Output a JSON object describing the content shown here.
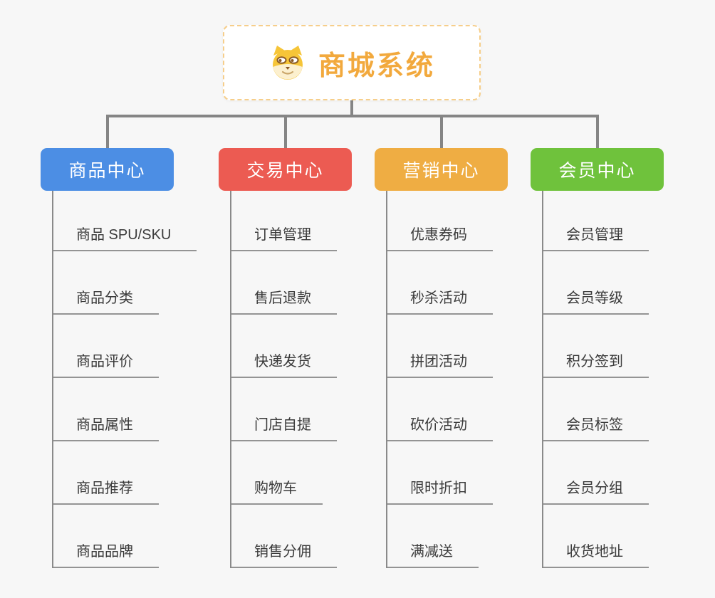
{
  "root": {
    "title": "商城系统",
    "icon": "dog-face-icon"
  },
  "branches": [
    {
      "label": "商品中心",
      "color": "#4c8ee4",
      "children": [
        "商品 SPU/SKU",
        "商品分类",
        "商品评价",
        "商品属性",
        "商品推荐",
        "商品品牌"
      ]
    },
    {
      "label": "交易中心",
      "color": "#ec5b52",
      "children": [
        "订单管理",
        "售后退款",
        "快递发货",
        "门店自提",
        "购物车",
        "销售分佣"
      ]
    },
    {
      "label": "营销中心",
      "color": "#efad43",
      "children": [
        "优惠券码",
        "秒杀活动",
        "拼团活动",
        "砍价活动",
        "限时折扣",
        "满减送"
      ]
    },
    {
      "label": "会员中心",
      "color": "#6fc23c",
      "children": [
        "会员管理",
        "会员等级",
        "积分签到",
        "会员标签",
        "会员分组",
        "收货地址"
      ]
    }
  ],
  "colors": {
    "background": "#f7f7f7",
    "connector_line": "#858585",
    "leaf_underline": "#949494",
    "leaf_text": "#3a3a3a",
    "root_title": "#f2a93d",
    "root_border": "#f6ce8a"
  }
}
